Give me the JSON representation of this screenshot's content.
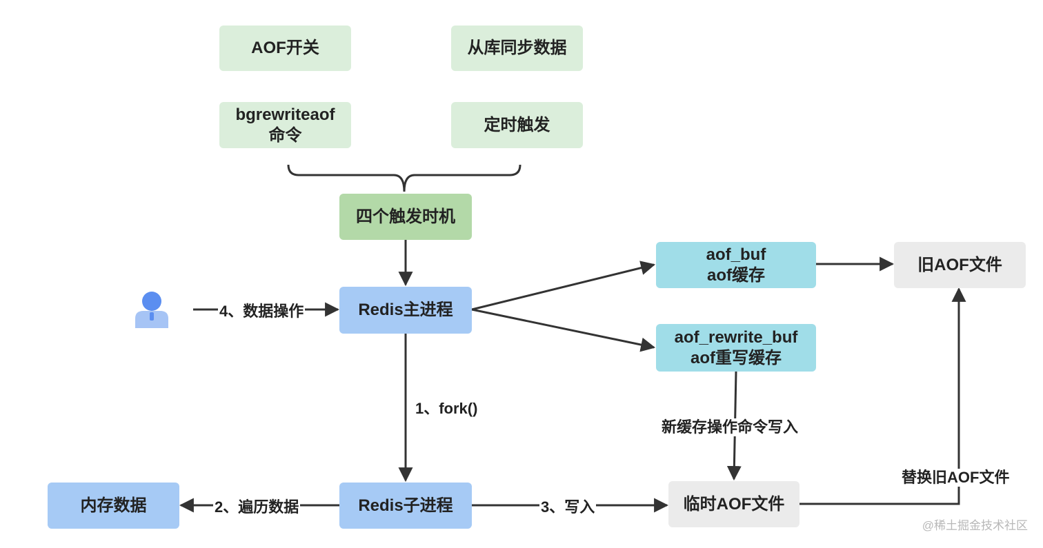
{
  "nodes": {
    "aof_switch": "AOF开关",
    "replica_sync": "从库同步数据",
    "bgrewriteaof_line1": "bgrewriteaof",
    "bgrewriteaof_line2": "命令",
    "timer": "定时触发",
    "four_triggers": "四个触发时机",
    "main_process": "Redis主进程",
    "child_process": "Redis子进程",
    "memory_data": "内存数据",
    "aof_buf_line1": "aof_buf",
    "aof_buf_line2": "aof缓存",
    "aof_rewrite_buf_line1": "aof_rewrite_buf",
    "aof_rewrite_buf_line2": "aof重写缓存",
    "old_aof": "旧AOF文件",
    "temp_aof": "临时AOF文件"
  },
  "edges": {
    "fork": "1、fork()",
    "traverse": "2、遍历数据",
    "write": "3、写入",
    "data_ops": "4、数据操作",
    "new_cache_write": "新缓存操作命令写入",
    "replace_old": "替换旧AOF文件"
  },
  "watermark": "@稀土掘金技术社区",
  "colors": {
    "trigger": "#dbeedb",
    "four_triggers": "#b3d9a8",
    "process": "#a6caf5",
    "buffer": "#a0dde8",
    "file": "#ebebeb",
    "user_icon": "#5b8ef0",
    "arrow": "#333333"
  }
}
